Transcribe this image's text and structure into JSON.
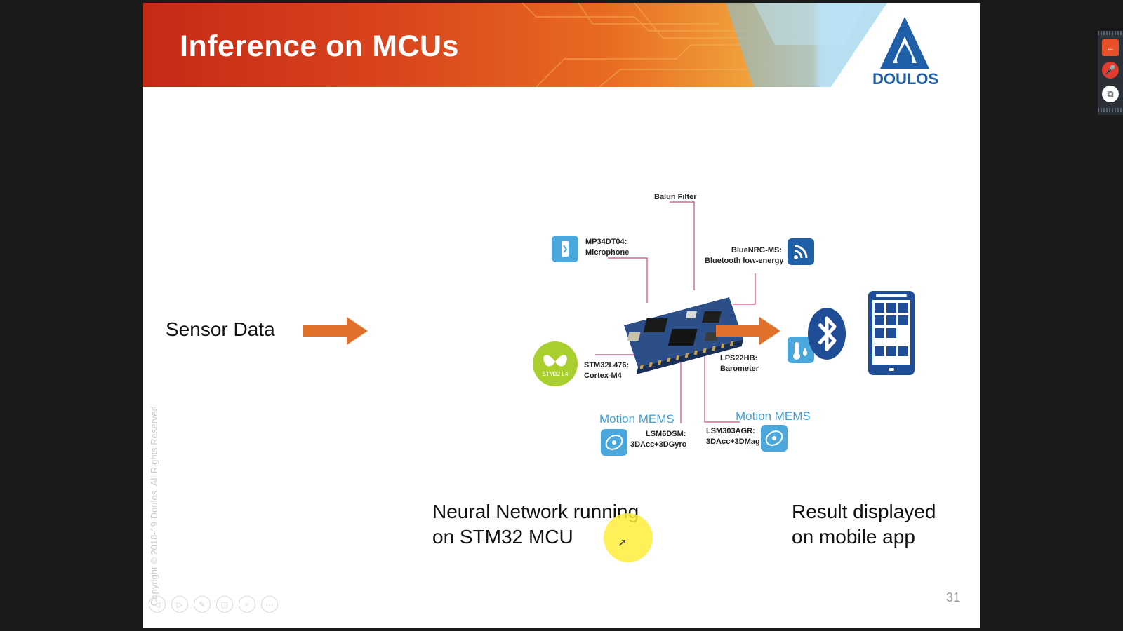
{
  "slide": {
    "title": "Inference on MCUs",
    "logo_text": "DOULOS",
    "sensor_label": "Sensor Data",
    "nn_label_line1": "Neural Network running",
    "nn_label_line2": "on STM32 MCU",
    "result_label_line1": "Result displayed",
    "result_label_line2": "on mobile app",
    "copyright": "Copyright © 2018-19 Doulos. All Rights Reserved",
    "page_number": "31",
    "accent_color": "#e0702a",
    "banner_color": "#c52a16",
    "icon_blue": "#1f5fa8"
  },
  "diagram": {
    "balun": "Balun Filter",
    "mic_line1": "MP34DT04:",
    "mic_line2": "Microphone",
    "ble_line1": "BlueNRG-MS:",
    "ble_line2": "Bluetooth low-energy",
    "mcu_line1": "STM32L476:",
    "mcu_line2": "Cortex-M4",
    "mcu_badge": "STM32 L4",
    "baro_line1": "LPS22HB:",
    "baro_line2": "Barometer",
    "mems_left_title": "Motion MEMS",
    "mems_left_line1": "LSM6DSM:",
    "mems_left_line2": "3DAcc+3DGyro",
    "mems_right_title": "Motion MEMS",
    "mems_right_line1": "LSM303AGR:",
    "mems_right_line2": "3DAcc+3DMag"
  },
  "icons": {
    "bluetooth": "bluetooth-icon",
    "phone": "mobile-phone-icon",
    "arrow": "right-arrow-icon"
  },
  "controls": {
    "prev": "◁",
    "next": "▷",
    "pen": "✎",
    "slides": "▢",
    "zoom": "⌕",
    "more": "⋯"
  },
  "sidepanel": {
    "exit": "←",
    "mic": "🎤",
    "screen": "⧉"
  }
}
